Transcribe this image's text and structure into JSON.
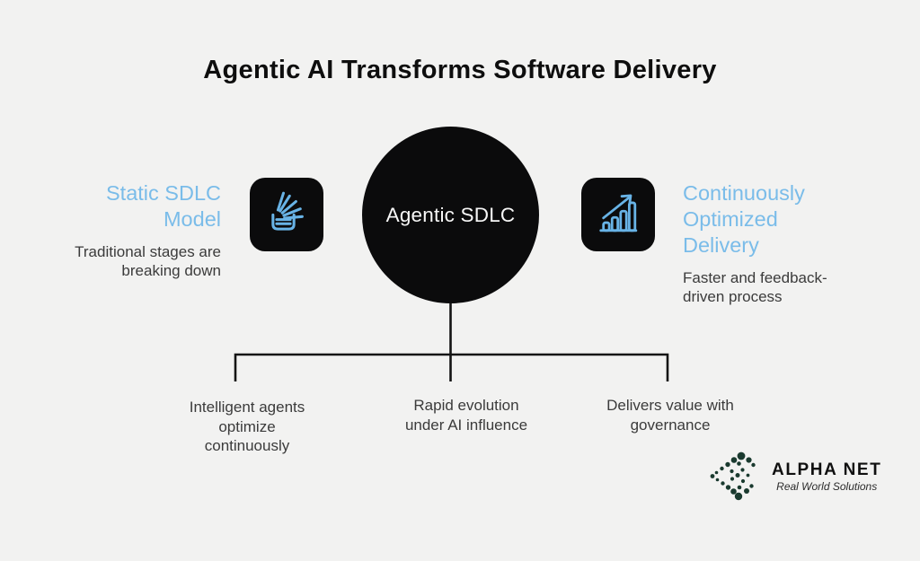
{
  "title": "Agentic AI Transforms Software Delivery",
  "center": {
    "label": "Agentic SDLC"
  },
  "left_card": {
    "heading": "Static SDLC\nModel",
    "description": "Traditional stages are\nbreaking down",
    "icon": "stack-rays-icon"
  },
  "right_card": {
    "heading": "Continuously\nOptimized\nDelivery",
    "description": "Faster and feedback-\ndriven process",
    "icon": "growth-chart-icon"
  },
  "branches": [
    {
      "label": "Intelligent agents\noptimize\ncontinuously"
    },
    {
      "label": "Rapid evolution\nunder AI influence"
    },
    {
      "label": "Delivers value with\ngovernance"
    }
  ],
  "logo": {
    "name": "ALPHA NET",
    "tagline": "Real World Solutions"
  },
  "colors": {
    "background": "#f2f2f1",
    "dark": "#0b0b0c",
    "accent_blue": "#7abce9",
    "accent_icon": "#68b3e6",
    "text_dark": "#3b3b3b",
    "logo_green": "#1a3a2f",
    "line": "#141414"
  }
}
